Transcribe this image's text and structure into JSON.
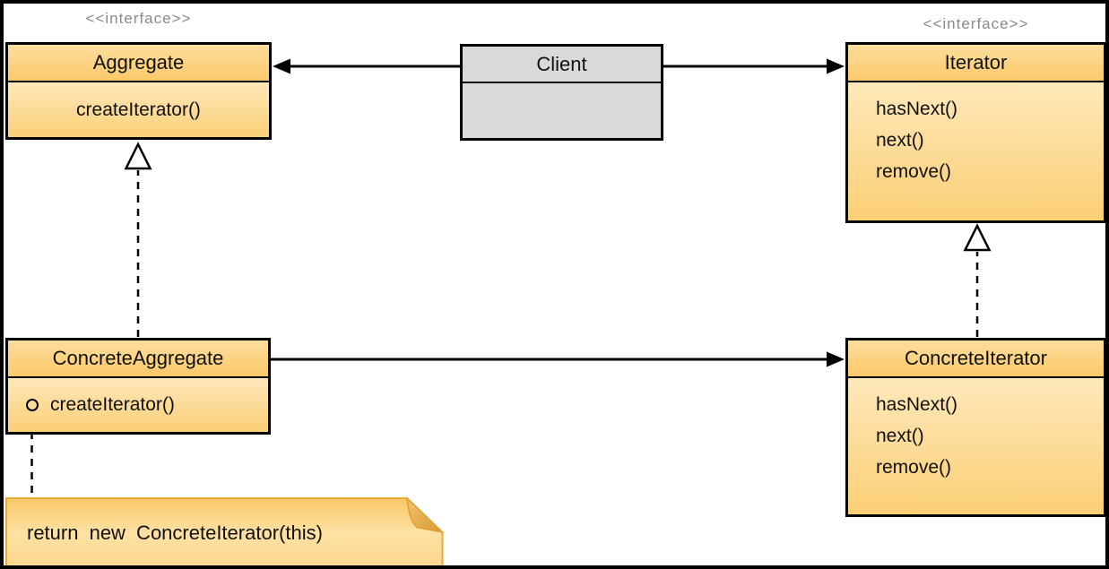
{
  "diagram": {
    "kind": "uml-class-diagram",
    "pattern": "Iterator",
    "classes": {
      "aggregate": {
        "stereotype": "<<interface>>",
        "name": "Aggregate",
        "methods": [
          "createIterator()"
        ]
      },
      "client": {
        "name": "Client",
        "methods": []
      },
      "iterator": {
        "stereotype": "<<interface>>",
        "name": "Iterator",
        "methods": [
          "hasNext()",
          "next()",
          "remove()"
        ]
      },
      "concreteAggregate": {
        "name": "ConcreteAggregate",
        "methods": [
          "createIterator()"
        ]
      },
      "concreteIterator": {
        "name": "ConcreteIterator",
        "methods": [
          "hasNext()",
          "next()",
          "remove()"
        ]
      }
    },
    "note": {
      "text": "return new ConcreteIterator(this)"
    },
    "relations": [
      {
        "type": "association",
        "from": "Client",
        "to": "Aggregate"
      },
      {
        "type": "association",
        "from": "Client",
        "to": "Iterator"
      },
      {
        "type": "association",
        "from": "ConcreteAggregate",
        "to": "ConcreteIterator"
      },
      {
        "type": "realization",
        "from": "ConcreteAggregate",
        "to": "Aggregate"
      },
      {
        "type": "realization",
        "from": "ConcreteIterator",
        "to": "Iterator"
      },
      {
        "type": "note-anchor",
        "from": "ConcreteAggregate.createIterator()",
        "to": "note"
      }
    ],
    "colors": {
      "class_header_top": "#fdde9d",
      "class_header_bottom": "#fbc96a",
      "class_body_top": "#fee8ba",
      "class_body_bottom": "#fbcf76",
      "client_fill": "#d9d9d9",
      "note_fill_top": "#f9c767",
      "note_fill_mid": "#fde1a4",
      "note_fill_bottom": "#fcd78d",
      "note_border": "#e9a93b",
      "note_fold": "#d79b35",
      "stereotype_text": "#8a8a8a",
      "line": "#000000",
      "frame": "#000000"
    }
  }
}
